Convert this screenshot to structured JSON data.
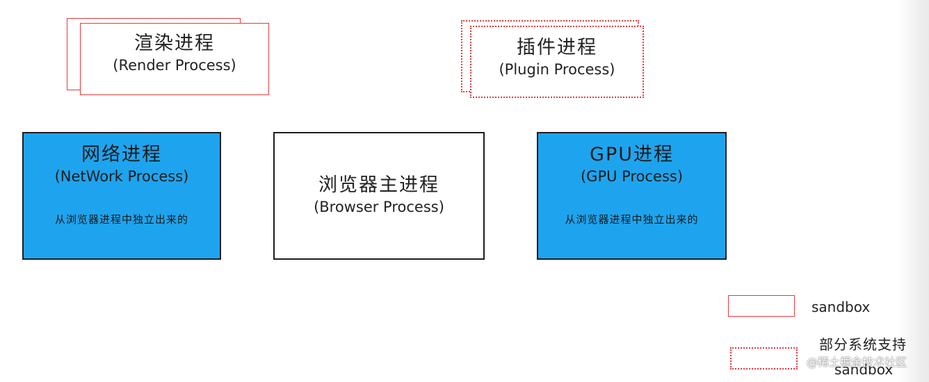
{
  "render_process": {
    "title": "渲染进程",
    "subtitle": "(Render Process)"
  },
  "plugin_process": {
    "title": "插件进程",
    "subtitle": "(Plugin Process)"
  },
  "network_process": {
    "title": "网络进程",
    "subtitle": "(NetWork Process)",
    "note": "从浏览器进程中独立出来的"
  },
  "browser_process": {
    "title": "浏览器主进程",
    "subtitle": "(Browser Process)"
  },
  "gpu_process": {
    "title": "GPU进程",
    "subtitle": "(GPU Process)",
    "note": "从浏览器进程中独立出来的"
  },
  "legend": {
    "sandbox_label": "sandbox",
    "partial_label": "部分系统支持",
    "partial_sandbox_label": "sandbox"
  },
  "watermark": "@稀土掘金技术社区",
  "colors": {
    "sandbox_border": "#e4393c",
    "process_blue": "#1ea4ef",
    "outline": "#1d1d1d"
  }
}
